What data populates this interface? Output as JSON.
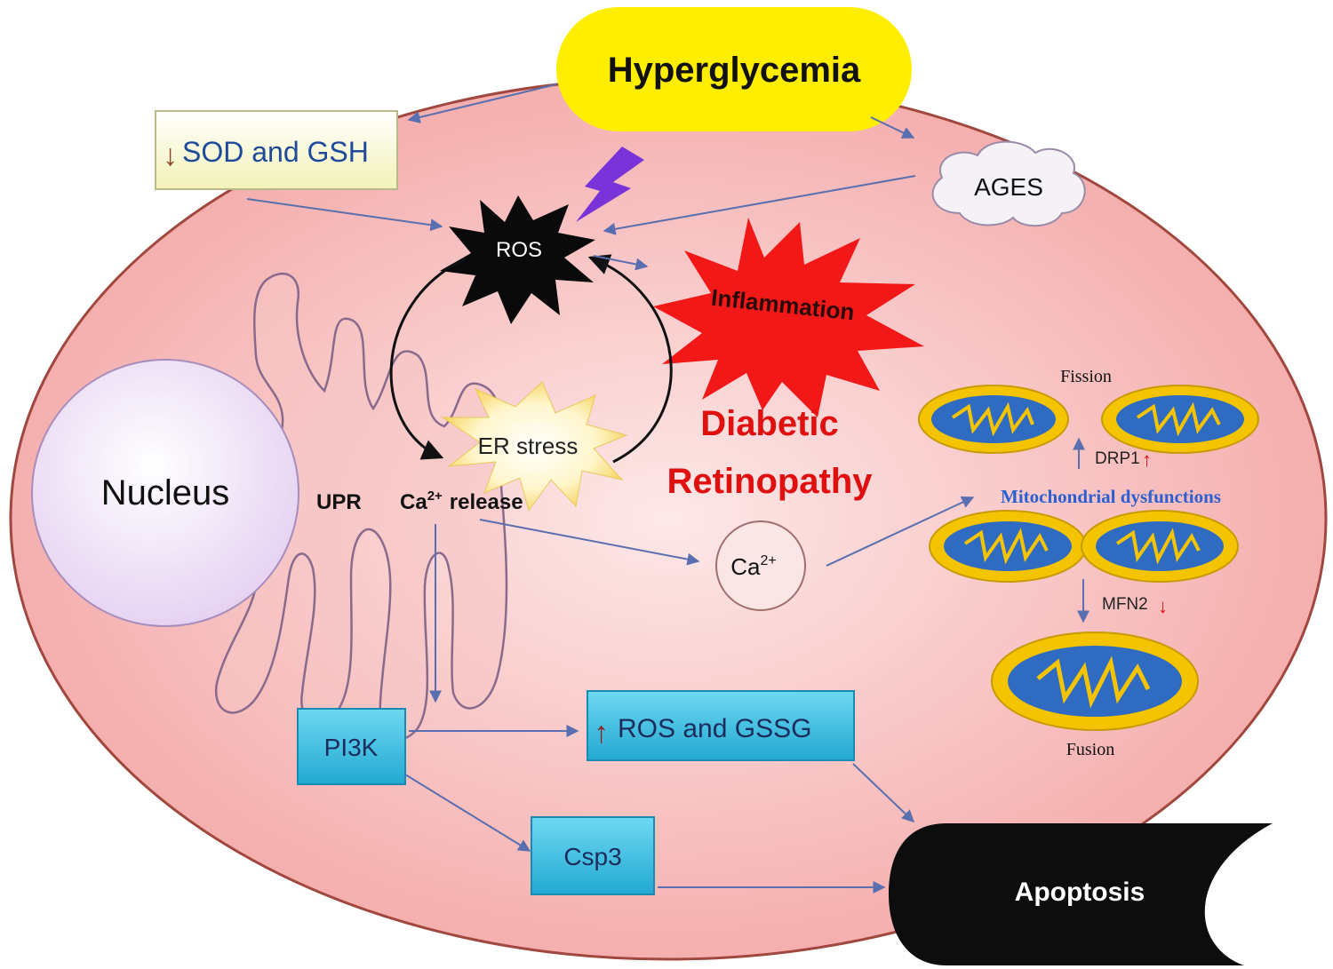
{
  "colors": {
    "cell_fill_outer": "#f4a9a9",
    "cell_fill_inner": "#fde8e8",
    "cell_stroke": "#a0483f",
    "hyperglycemia_fill": "#ffee00",
    "sod_box_fill": "#fbfbd2",
    "blue_box_fill": "#3fc7e8",
    "arrow_blue": "#5a6fb0",
    "red_text": "#e01010",
    "mito_outer": "#f5c400",
    "mito_inner": "#2f6bc1",
    "apoptosis_fill": "#0d0d0d"
  },
  "labels": {
    "hyperglycemia": "Hyperglycemia",
    "sod_gsh": "SOD and GSH",
    "ages": "AGES",
    "ros": "ROS",
    "inflammation": "Inflammation",
    "er_stress": "ER stress",
    "diabetic_line1": "Diabetic",
    "diabetic_line2": "Retinopathy",
    "nucleus": "Nucleus",
    "upr": "UPR",
    "ca_release_prefix": "Ca",
    "ca_release_sup": "2+",
    "ca_release_suffix": "release",
    "ca_ion": "Ca",
    "ca_ion_sup": "2+",
    "pi3k": "PI3K",
    "ros_gssg": "ROS and GSSG",
    "csp3": "Csp3",
    "apoptosis": "Apoptosis",
    "fission": "Fission",
    "fusion": "Fusion",
    "drp1": "DRP1",
    "mfn2": "MFN2",
    "mito_dysfunction": "Mitochondrial dysfunctions"
  },
  "icons": {
    "down_arrow": "↓",
    "up_arrow": "↑"
  }
}
